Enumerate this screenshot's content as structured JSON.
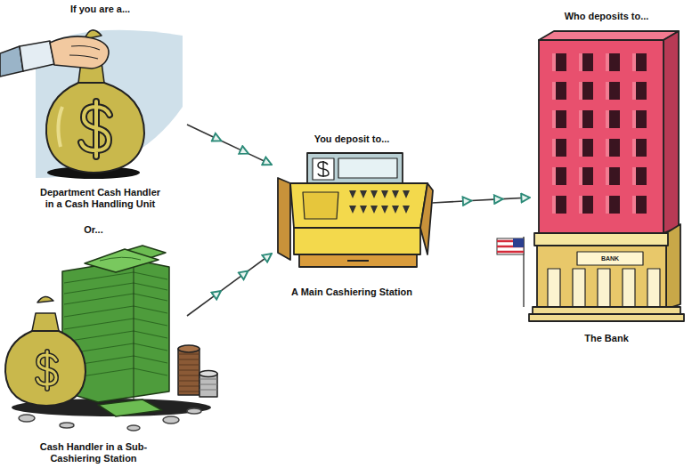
{
  "diagram": {
    "nodes": [
      {
        "text": [
          "If you are a...",
          "Department Cash Handler in a Cash Handling Unit"
        ]
      },
      {
        "text": [
          "Or...",
          "Cash Handler in a Sub-Cashiering Station"
        ]
      },
      {
        "text": [
          "You deposit to...",
          "A Main Cashiering Station"
        ]
      },
      {
        "text": [
          "Who deposits to...",
          "The Bank"
        ]
      }
    ],
    "edges": [
      {
        "from": 0,
        "to": 2,
        "arrow": "to"
      },
      {
        "from": 1,
        "to": 2,
        "arrow": "to"
      },
      {
        "from": 2,
        "to": 3,
        "arrow": "to"
      }
    ],
    "labels": [
      "BANK"
    ]
  }
}
